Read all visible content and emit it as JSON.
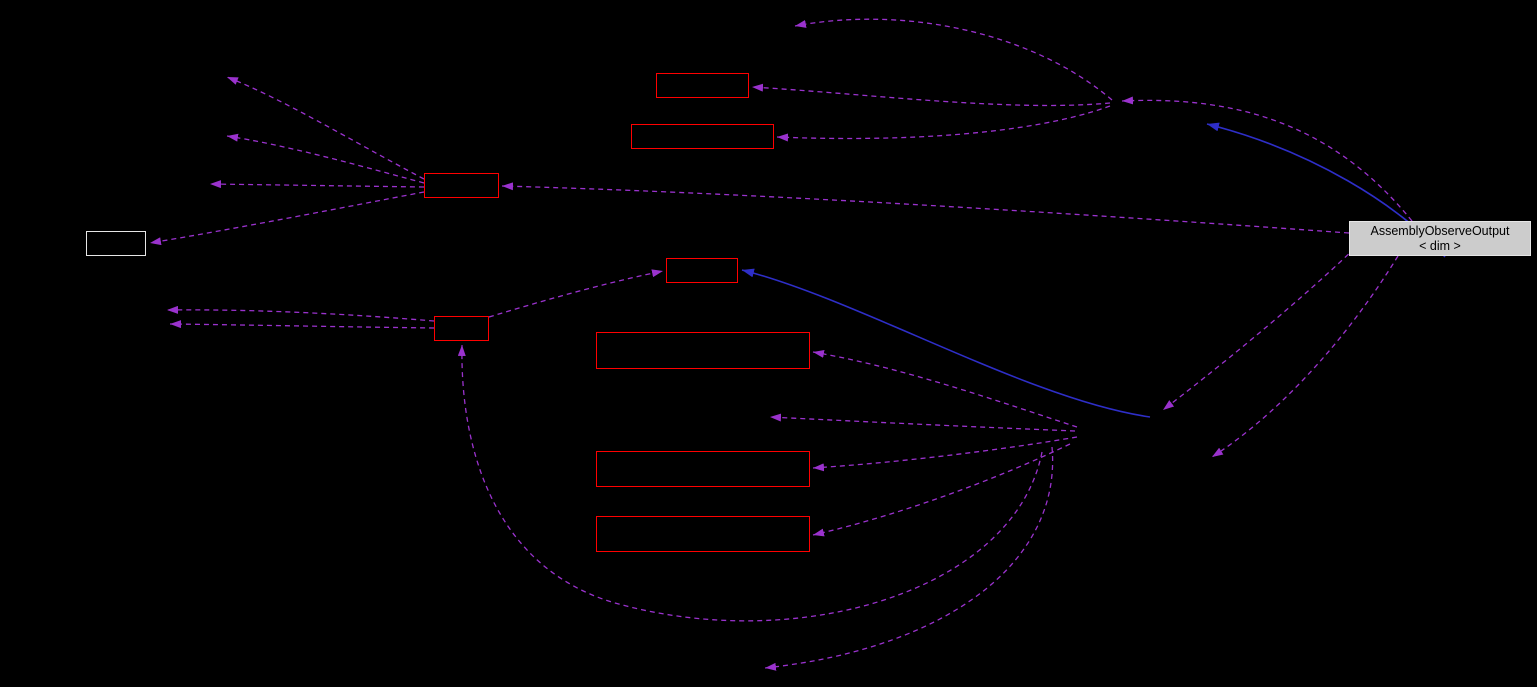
{
  "diagram": {
    "type": "collaboration-graph",
    "selected_node": {
      "label_line1": "AssemblyObserveOutput",
      "label_line2": "< dim >"
    },
    "unlabeled_red_nodes": 8,
    "unlabeled_plain_nodes": 1,
    "colors": {
      "background": "#000000",
      "dashed_edge": "#9A32CD",
      "inheritance_edge": "#2E2EC8",
      "truncated_node_border": "#FF0000",
      "node_border": "#E6E6E6",
      "selected_node_fill": "#CCCCCC",
      "selected_node_text": "#000000"
    }
  }
}
